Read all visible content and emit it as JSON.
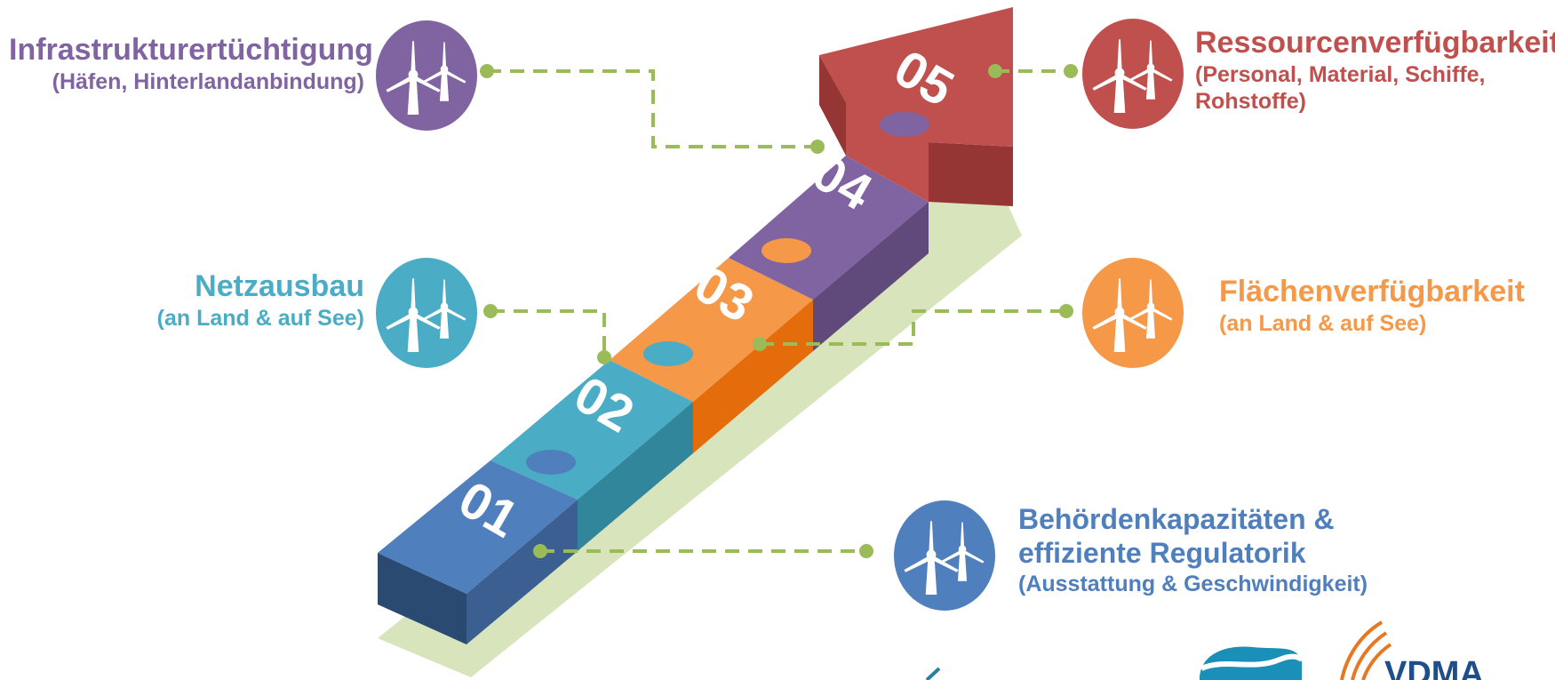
{
  "steps": [
    {
      "number": "01",
      "title": "Behördenkapazitäten &",
      "title2": "effiziente Regulatorik",
      "subtitle": "(Ausstattung & Geschwindigkeit)"
    },
    {
      "number": "02",
      "title": "Netzausbau",
      "subtitle": "(an Land & auf See)"
    },
    {
      "number": "03",
      "title": "Flächenverfügbarkeit",
      "subtitle": "(an Land & auf See)"
    },
    {
      "number": "04",
      "title": "Infrastrukturertüchtigung",
      "subtitle": "(Häfen, Hinterlandanbindung)"
    },
    {
      "number": "05",
      "title": "Ressourcenverfügbarkeit",
      "subtitle": "(Personal, Material, Schiffe,",
      "subtitle2": "Rohstoffe)"
    }
  ],
  "logos": {
    "vdma": "VDMA"
  },
  "colors": {
    "step01": "#4f7fbd",
    "step02": "#4aacc5",
    "step03": "#f59848",
    "step04": "#8064a2",
    "step05": "#c0504d",
    "connector": "#9bbb59",
    "shadow": "#d8e4bc"
  }
}
